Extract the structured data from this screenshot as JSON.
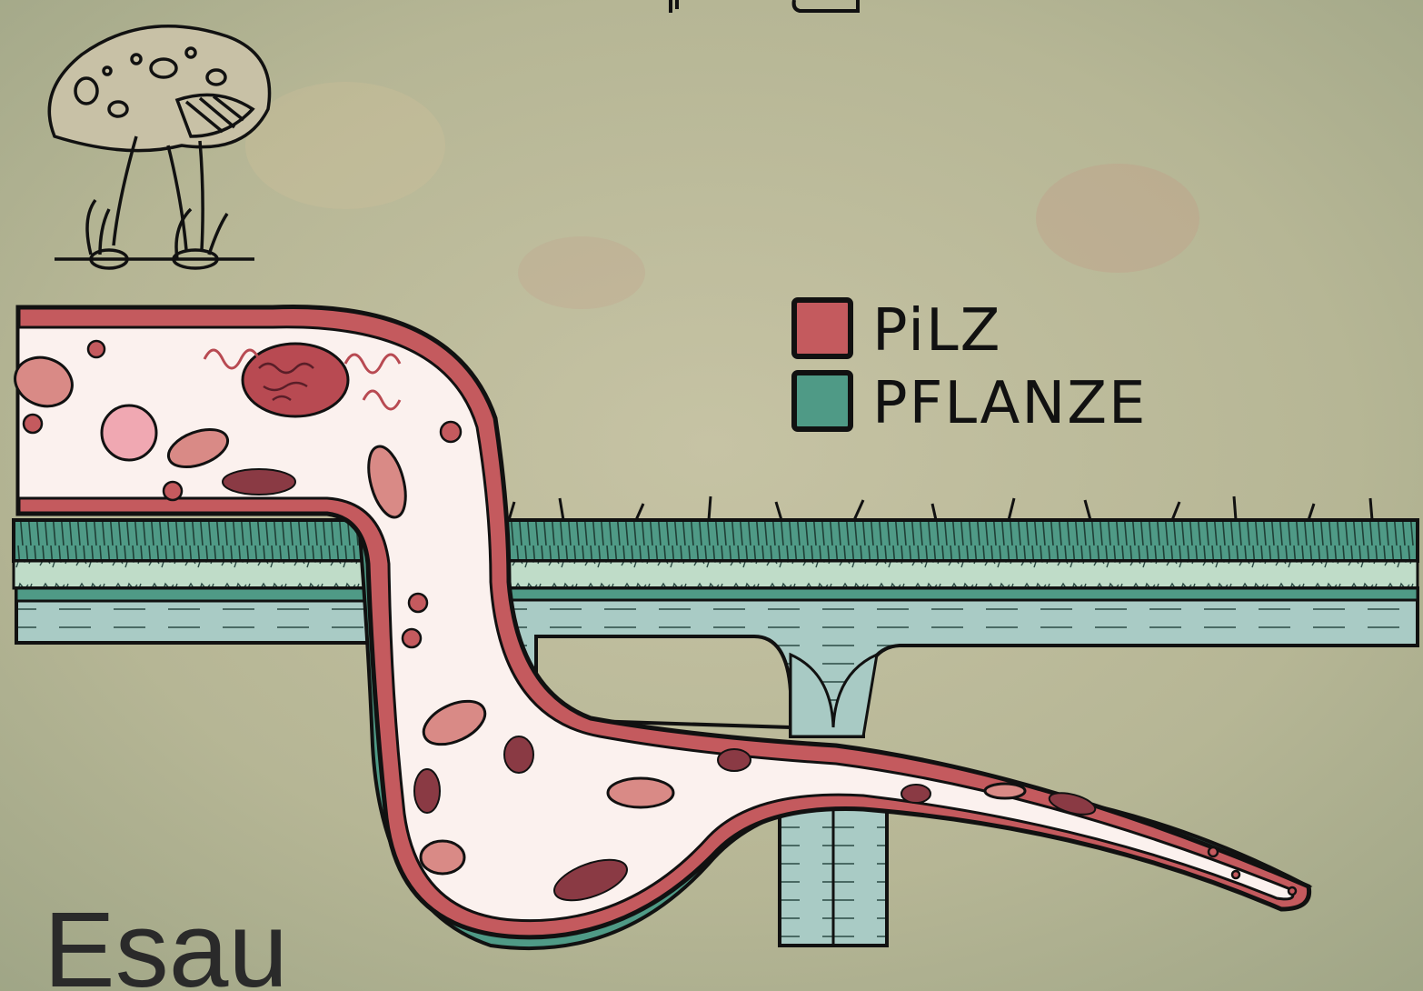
{
  "legend": {
    "items": [
      {
        "label": "PiLZ",
        "color": "#c45a5e"
      },
      {
        "label": "PFLANZE",
        "color": "#4f9a86"
      }
    ]
  },
  "caption": "Esau",
  "colors": {
    "background": "#b8b89a",
    "fungus_wall": "#c45a5e",
    "fungus_cytoplasm": "#fbf1ee",
    "plant_epidermis": "#4f9a86",
    "plant_mesophyll": "#bcd8c6",
    "plant_vascular": "#a8cac4",
    "organelle": "#d98a86",
    "organelle_dark": "#8a3a44",
    "nucleus": "#f0a8b2"
  },
  "icons": [
    "mushroom-icon"
  ]
}
